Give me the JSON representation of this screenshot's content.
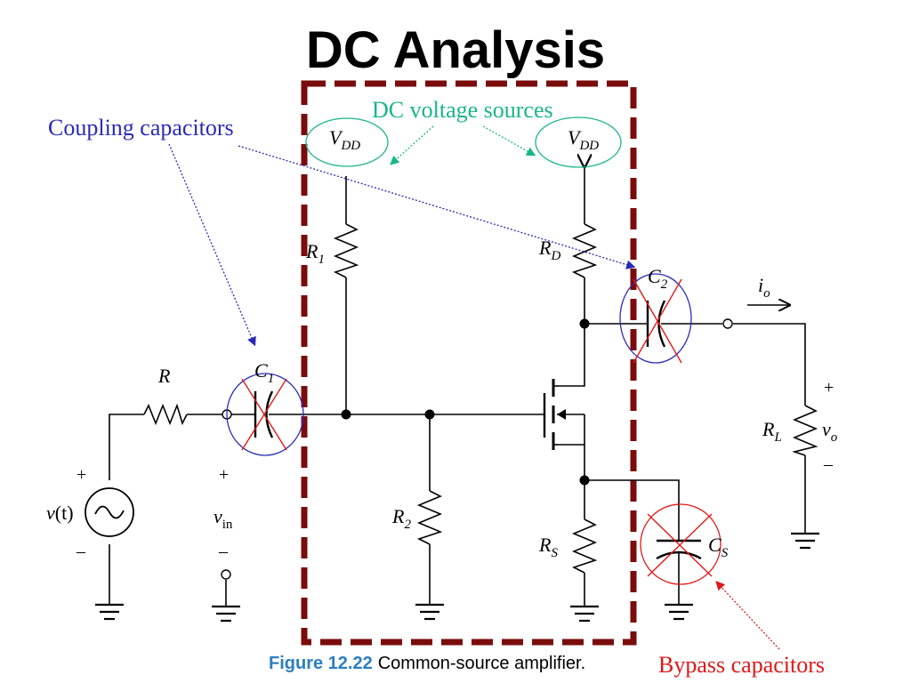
{
  "title": "DC Analysis",
  "annotations": {
    "coupling": {
      "text": "Coupling capacitors",
      "color": "#2a2ab8"
    },
    "dc_sources": {
      "text": "DC voltage sources",
      "color": "#19b58a"
    },
    "bypass": {
      "text": "Bypass capacitors",
      "color": "#e01818"
    }
  },
  "figure": {
    "number": "Figure 12.22",
    "caption": "Common-source amplifier.",
    "number_color": "#2b7fc0"
  },
  "labels": {
    "vdd_main": "V",
    "vdd_sub": "DD",
    "r1_main": "R",
    "r1_sub": "1",
    "r2_main": "R",
    "r2_sub": "2",
    "rd_main": "R",
    "rd_sub": "D",
    "rs_main": "R",
    "rs_sub": "S",
    "rl_main": "R",
    "rl_sub": "L",
    "r": "R",
    "c1_main": "C",
    "c1_sub": "1",
    "c2_main": "C",
    "c2_sub": "2",
    "cs_main": "C",
    "cs_sub": "S",
    "io_main": "i",
    "io_sub": "o",
    "vo_main": "v",
    "vo_sub": "o",
    "vin_main": "v",
    "vin_sub": "in",
    "vt_main": "v",
    "vt_arg": "(t)",
    "plus": "+",
    "minus": "–"
  },
  "colors": {
    "dc_box": "#7a0c0c",
    "cross": "#e01818",
    "cap_circle": "#2a2ab8",
    "source_ellipse": "#19b58a"
  }
}
